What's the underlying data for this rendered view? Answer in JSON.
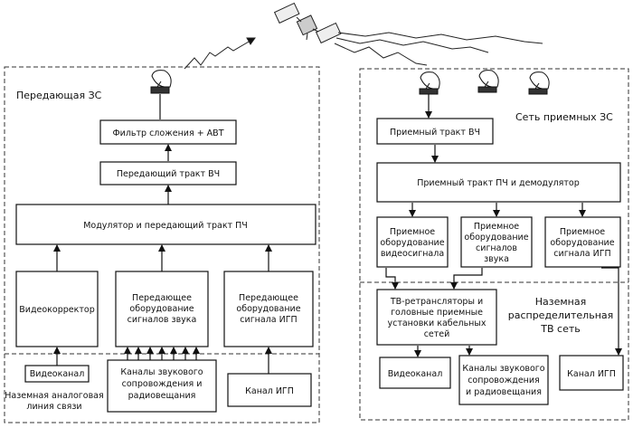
{
  "left_station": {
    "title": "Передающая ЗС",
    "filter": "Фильтр сложения + АВТ",
    "tx_rf": "Передающий тракт ВЧ",
    "modulator": "Модулятор и передающий тракт ПЧ",
    "videocorrector": "Видеокорректор",
    "tx_sound": [
      "Передающее",
      "оборудование",
      "сигналов звука"
    ],
    "tx_igp": [
      "Передающее",
      "оборудование",
      "сигнала ИГП"
    ],
    "videochannel": "Видеоканал",
    "ground_line": [
      "Наземная аналоговая",
      "линия связи"
    ],
    "sound_channels": [
      "Каналы звукового",
      "сопровождения  и",
      "радиовещания"
    ],
    "igp_channel": "Канал ИГП"
  },
  "right_station": {
    "title": "Сеть приемных ЗС",
    "rx_rf": "Приемный тракт ВЧ",
    "rx_if": "Приемный тракт ПЧ и демодулятор",
    "rx_video": [
      "Приемное",
      "оборудование",
      "видеосигнала"
    ],
    "rx_sound": [
      "Приемное",
      "оборудование",
      "сигналов",
      "звука"
    ],
    "rx_igp": [
      "Приемное",
      "оборудование",
      "сигнала ИГП"
    ],
    "repeaters": [
      "ТВ-ретрансляторы и",
      "головные приемные",
      "установки кабельных",
      "сетей"
    ],
    "ground_network": [
      "Наземная",
      "распределительная",
      "ТВ сеть"
    ],
    "videochannel": "Видеоканал",
    "sound_channels": [
      "Каналы звукового",
      "сопровождения",
      "и радиовещания"
    ],
    "igp_channel": "Канал ИГП"
  },
  "icons": {
    "satellite": "satellite-icon",
    "antenna": "satellite-dish-icon"
  }
}
